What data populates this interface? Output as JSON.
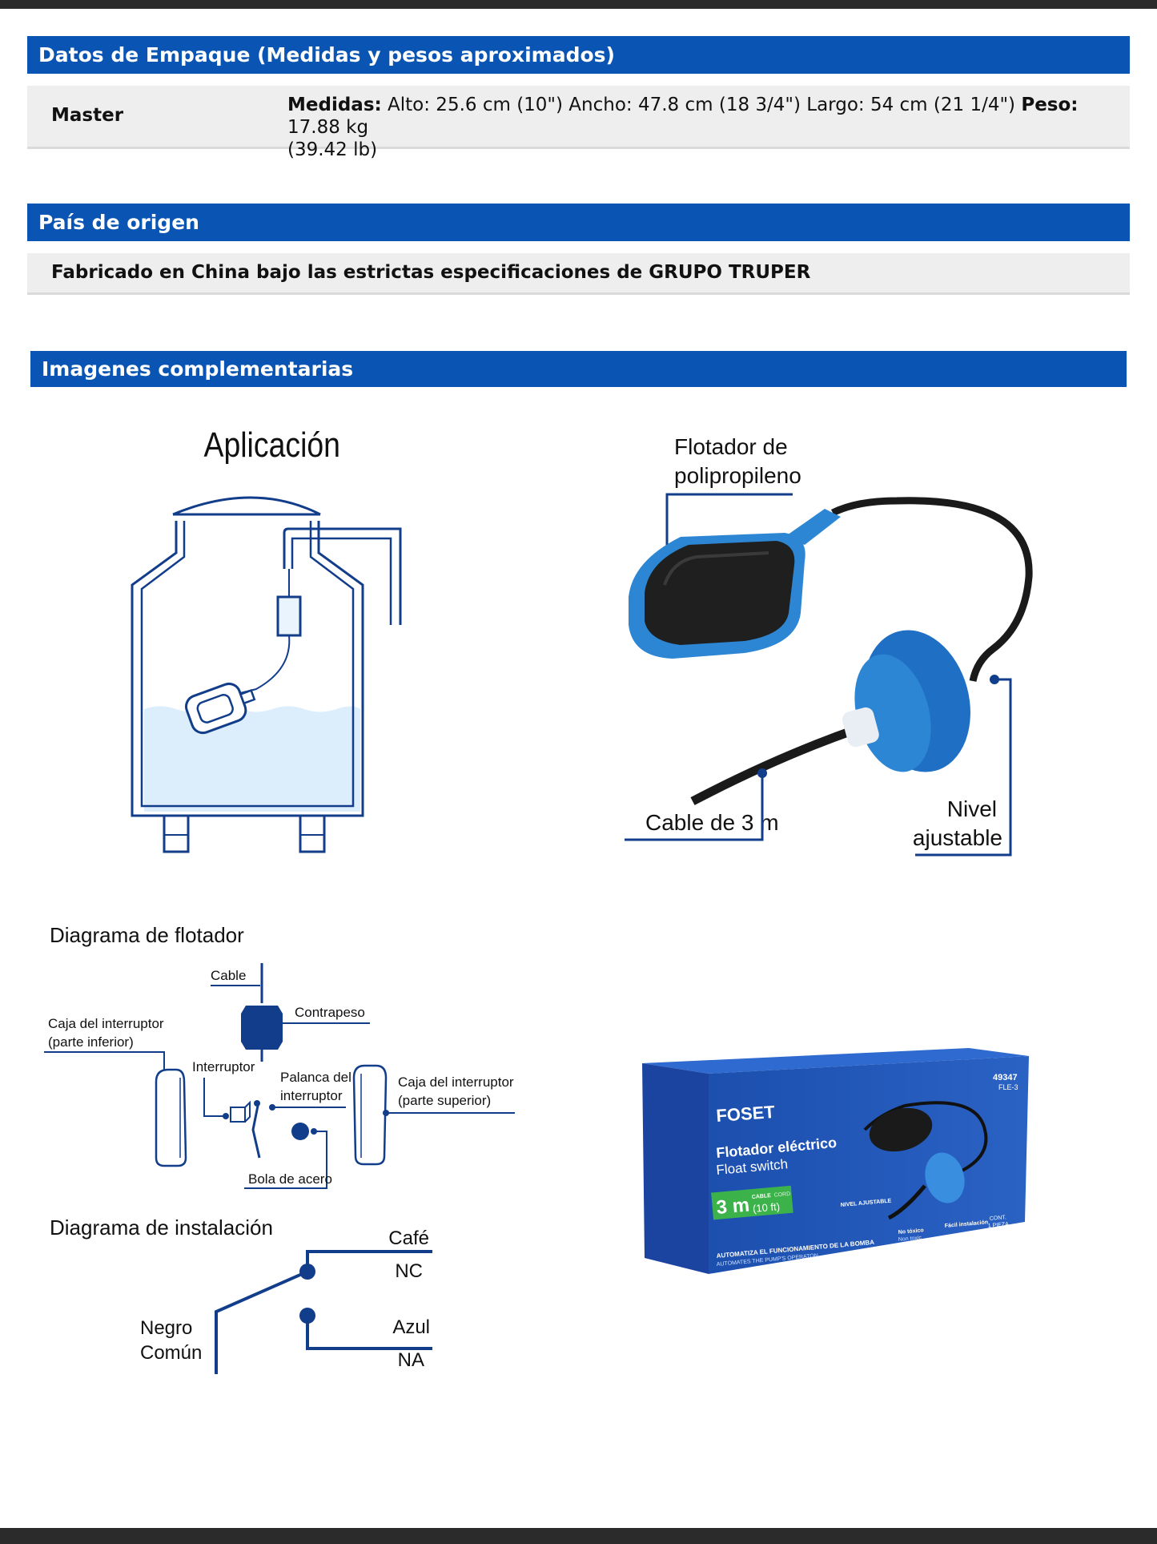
{
  "packaging": {
    "header": "Datos de Empaque (Medidas y pesos aproximados)",
    "row_label": "Master",
    "medidas_label": "Medidas:",
    "medidas_value": "Alto: 25.6 cm (10\") Ancho: 47.8 cm (18 3/4\") Largo: 54 cm (21 1/4\")",
    "peso_label": "Peso:",
    "peso_value_line1": "17.88 kg",
    "peso_value_line2": "(39.42 lb)"
  },
  "origin": {
    "header": "País de origen",
    "text": "Fabricado en China bajo las estrictas especificaciones de GRUPO TRUPER"
  },
  "images": {
    "header": "Imagenes complementarias",
    "application": {
      "title": "Aplicación"
    },
    "product": {
      "label_float_1": "Flotador de",
      "label_float_2": "polipropileno",
      "label_cable": "Cable de 3 m",
      "label_level_1": "Nivel",
      "label_level_2": "ajustable"
    },
    "float_diagram": {
      "title": "Diagrama de flotador",
      "cable": "Cable",
      "contrapeso": "Contrapeso",
      "caja_inferior_1": "Caja del interruptor",
      "caja_inferior_2": "(parte inferior)",
      "interruptor": "Interruptor",
      "palanca_1": "Palanca del",
      "palanca_2": "interruptor",
      "caja_superior_1": "Caja del interruptor",
      "caja_superior_2": "(parte superior)",
      "bola": "Bola de acero"
    },
    "install_diagram": {
      "title": "Diagrama de instalación",
      "cafe": "Café",
      "nc": "NC",
      "azul": "Azul",
      "na": "NA",
      "negro": "Negro",
      "comun": "Común"
    },
    "box": {
      "brand": "FOSET",
      "title_es": "Flotador eléctrico",
      "title_en": "Float switch",
      "code": "49347",
      "model": "FLE-3",
      "cable_size": "3 m",
      "cable_ft": "(10 ft)",
      "cable_word": "CABLE",
      "cord_word": "CORD",
      "tagline_es": "AUTOMATIZA EL FUNCIONAMIENTO DE LA BOMBA",
      "tagline_en": "AUTOMATES THE PUMP'S OPERATON",
      "nivel": "NIVEL AJUSTABLE",
      "no_toxico": "No tóxico",
      "non_toxic": "Non toxic",
      "facil": "Fácil instalación",
      "cont": "CONT.",
      "pieza": "1 PIEZA"
    }
  },
  "colors": {
    "brand_blue": "#0a55b3",
    "line_blue": "#123d8a",
    "water": "#dcedfb",
    "float_blue": "#2d86d3"
  }
}
